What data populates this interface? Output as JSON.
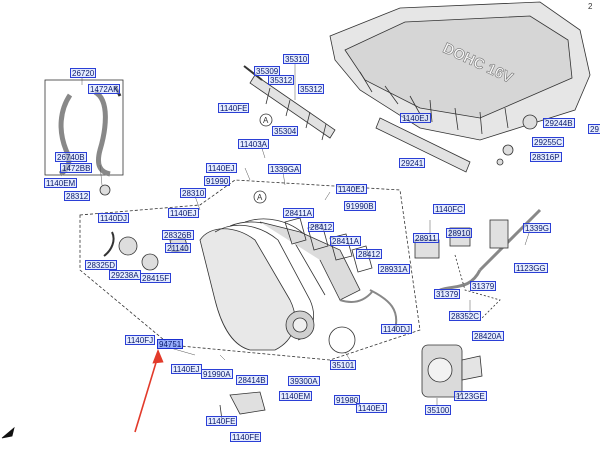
{
  "page_number": "2",
  "engine_cover_text": "DOHC 16V",
  "colors": {
    "label_border": "#2b3fd6",
    "label_fill": "#d0dcff",
    "pointer_arrow": "#e23a2a",
    "line_art": "#333333"
  },
  "callouts": {
    "a1": "A",
    "a2": "A"
  },
  "labels": {
    "p26720": "26720",
    "p1472ak": "1472AK",
    "p26740b": "26740B",
    "p1472bb": "1472BB",
    "p1140em_a": "1140EM",
    "p28312": "28312",
    "p35310": "35310",
    "p35309": "35309",
    "p35312a": "35312",
    "p35312b": "35312",
    "p1140fe_a": "1140FE",
    "p35304": "35304",
    "p11403a": "11403A",
    "p1140ej_a": "1140EJ",
    "p1339ga": "1339GA",
    "p91990a": "91990",
    "p28310": "28310",
    "p1140ej_b": "1140EJ",
    "p91990b": "91990B",
    "p1140ej_c": "1140EJ",
    "p1140dj_a": "1140DJ",
    "p28326b": "28326B",
    "p21140": "21140",
    "p28325d": "28325D",
    "p29238a": "29238A",
    "p28415f": "28415F",
    "p28411a_a": "28411A",
    "p28412a": "28412",
    "p28411a_b": "28411A",
    "p28412b": "28412",
    "p28931a": "28931A",
    "p1140ej_d": "1140EJ",
    "p29244b": "29244B",
    "p29255c": "29255C",
    "p28316p": "28316P",
    "p29241": "29241",
    "p29_cut": "29",
    "p1140fc": "1140FC",
    "p28911": "28911",
    "p28910": "28910",
    "p1339g": "1339G",
    "p1123gg_a": "1123GG",
    "p31379a": "31379",
    "p31379b": "31379",
    "p28352c": "28352C",
    "p28420a": "28420A",
    "p1140dj_b": "1140DJ",
    "p35101": "35101",
    "p1140fj": "1140FJ",
    "p94751": "94751",
    "p1140ej_e": "1140EJ",
    "p91990a_b": "91990A",
    "p28414b": "28414B",
    "p39300a": "39300A",
    "p1140em_b": "1140EM",
    "p91980": "91980",
    "p1140ej_f": "1140EJ",
    "p35100": "35100",
    "p1123ge": "1123GE",
    "p1140fe_b": "1140FE",
    "p1140fe_c": "1140FE"
  }
}
